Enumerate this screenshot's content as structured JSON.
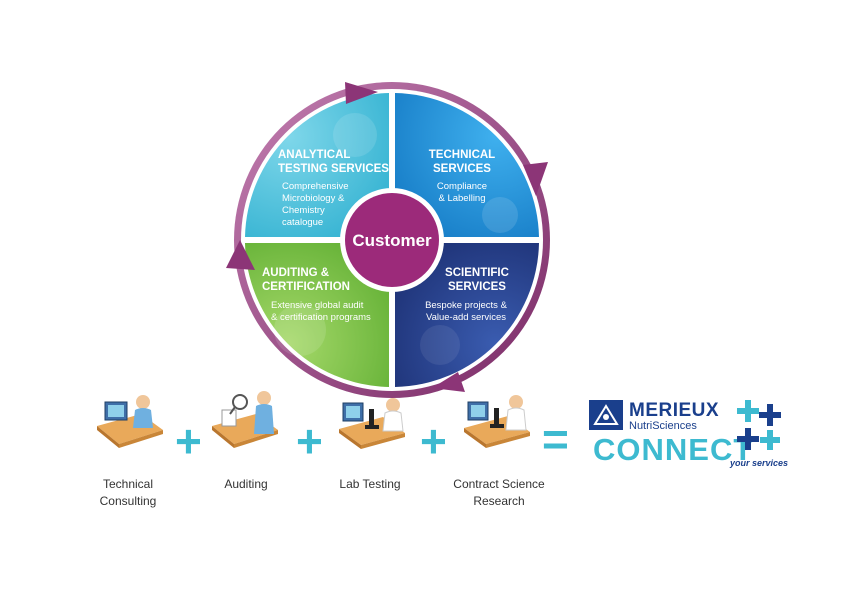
{
  "wheel": {
    "center_label": "Customer",
    "quadrants": [
      {
        "id": "analytical",
        "title_lines": [
          "ANALYTICAL",
          "TESTING SERVICES"
        ],
        "desc_lines": [
          "Comprehensive",
          "Microbiology &",
          "Chemistry",
          "catalogue"
        ],
        "color": "#41b9d6"
      },
      {
        "id": "technical",
        "title_lines": [
          "TECHNICAL",
          "SERVICES"
        ],
        "desc_lines": [
          "Compliance",
          "& Labelling"
        ],
        "color": "#1a8fd6"
      },
      {
        "id": "auditing",
        "title_lines": [
          "AUDITING &",
          "CERTIFICATION"
        ],
        "desc_lines": [
          "Extensive global audit",
          "& certification programs"
        ],
        "color": "#7cc143"
      },
      {
        "id": "scientific",
        "title_lines": [
          "SCIENTIFIC",
          "SERVICES"
        ],
        "desc_lines": [
          "Bespoke projects &",
          "Value-add services"
        ],
        "color": "#233d8c"
      }
    ],
    "ring_color": "#9a3a7e",
    "center_color": "#9c2a7a"
  },
  "equation": {
    "items": [
      {
        "id": "technical-consulting",
        "caption_lines": [
          "Technical",
          "Consulting"
        ]
      },
      {
        "id": "auditing",
        "caption_lines": [
          "Auditing"
        ]
      },
      {
        "id": "lab-testing",
        "caption_lines": [
          "Lab Testing"
        ]
      },
      {
        "id": "contract-science-research",
        "caption_lines": [
          "Contract Science",
          "Research"
        ]
      }
    ],
    "plus": "+",
    "equals": "="
  },
  "logo": {
    "brand": "MERIEUX",
    "sub_brand": "NutriSciences",
    "product": "CONNECT",
    "tagline": "your services"
  }
}
